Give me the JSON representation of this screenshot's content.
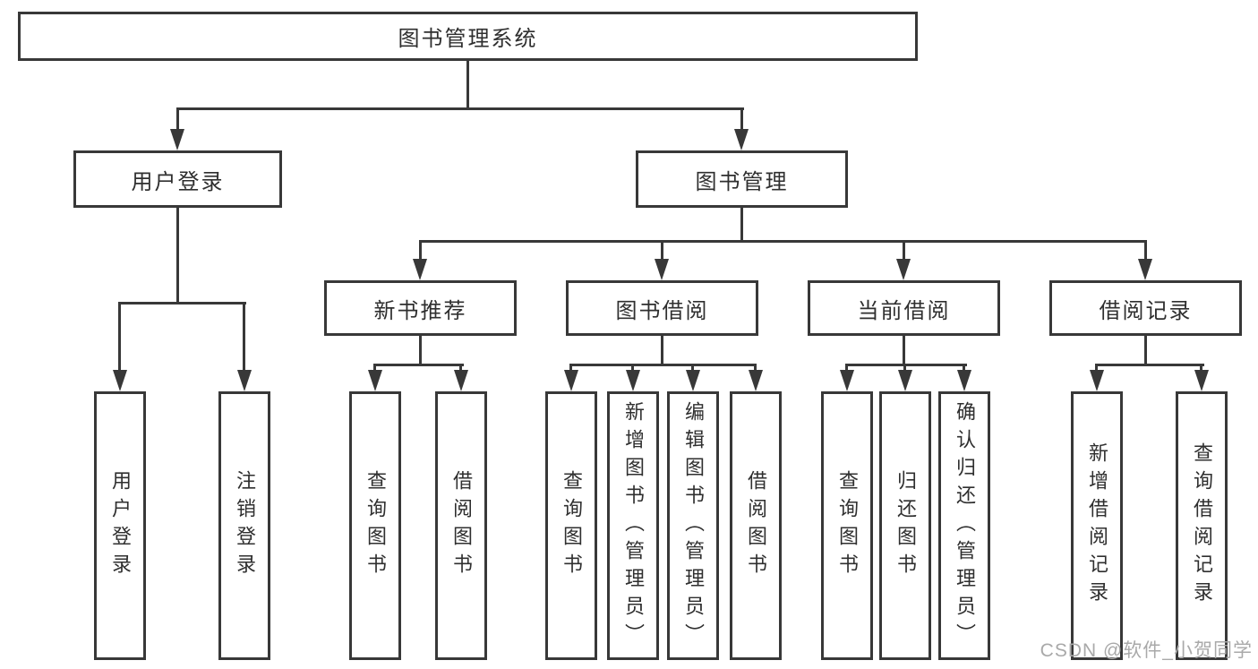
{
  "tree": {
    "root": {
      "label": "图书管理系统"
    },
    "branches": [
      {
        "label": "用户登录",
        "children": [
          {
            "label": "用户登录"
          },
          {
            "label": "注销登录"
          }
        ]
      },
      {
        "label": "图书管理",
        "children": [
          {
            "label": "新书推荐",
            "children": [
              {
                "label": "查询图书"
              },
              {
                "label": "借阅图书"
              }
            ]
          },
          {
            "label": "图书借阅",
            "children": [
              {
                "label": "查询图书"
              },
              {
                "label": "新增图书（管理员）"
              },
              {
                "label": "编辑图书（管理员）"
              },
              {
                "label": "借阅图书"
              }
            ]
          },
          {
            "label": "当前借阅",
            "children": [
              {
                "label": "查询图书"
              },
              {
                "label": "归还图书"
              },
              {
                "label": "确认归还（管理员）"
              }
            ]
          },
          {
            "label": "借阅记录",
            "children": [
              {
                "label": "新增借阅记录"
              },
              {
                "label": "查询借阅记录"
              }
            ]
          }
        ]
      }
    ]
  },
  "watermark": {
    "text": "CSDN @软件_小贺同学"
  },
  "colors": {
    "line": "#383838",
    "text": "#2f2f2f",
    "background": "#ffffff",
    "watermark": "#a9a9a9"
  }
}
